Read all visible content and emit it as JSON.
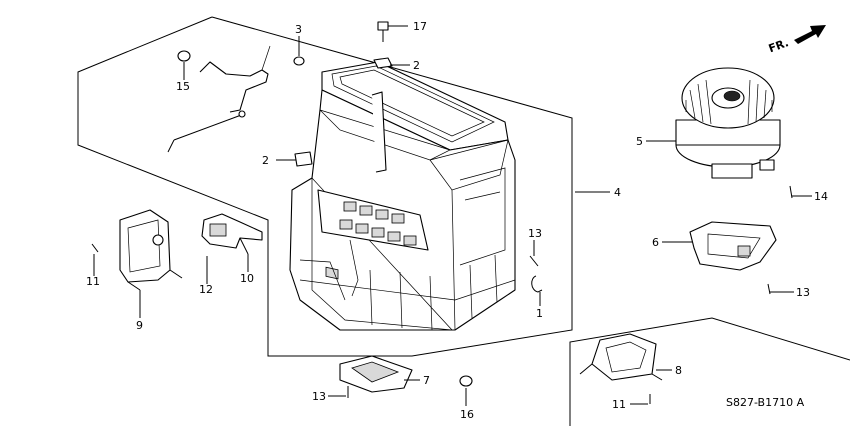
{
  "diagram": {
    "code": "S827-B1710 A",
    "direction_label": "FR.",
    "callouts": {
      "c1": "1",
      "c2a": "2",
      "c2b": "2",
      "c3": "3",
      "c4": "4",
      "c5": "5",
      "c6": "6",
      "c7": "7",
      "c8": "8",
      "c9": "9",
      "c10": "10",
      "c11a": "11",
      "c11b": "11",
      "c12": "12",
      "c13a": "13",
      "c13b": "13",
      "c13c": "13",
      "c14": "14",
      "c15": "15",
      "c16": "16",
      "c17": "17"
    }
  }
}
